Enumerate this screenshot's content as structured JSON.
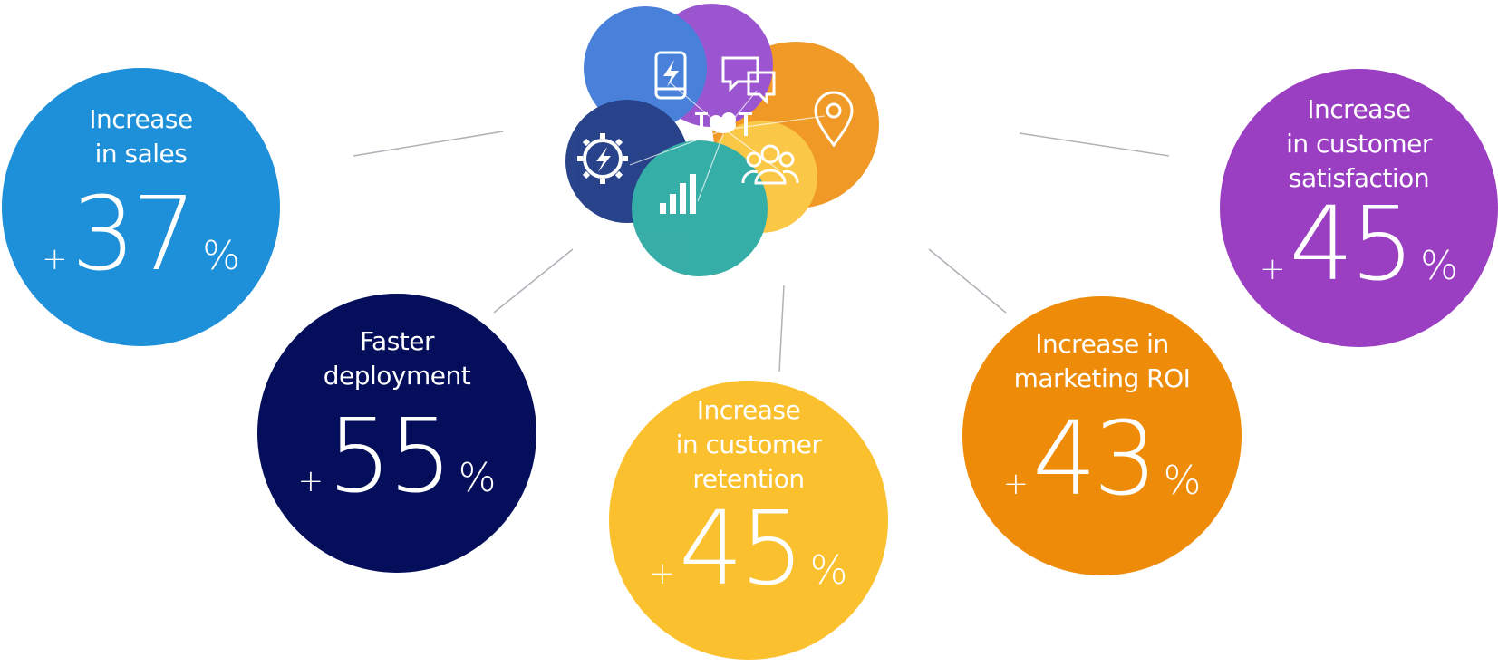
{
  "stats": [
    {
      "id": "sales",
      "lines": [
        "Increase",
        "in sales"
      ],
      "sign": "+",
      "value": "37",
      "unit": "%",
      "color": "#1e90d9"
    },
    {
      "id": "deployment",
      "lines": [
        "Faster",
        "deployment"
      ],
      "sign": "+",
      "value": "55",
      "unit": "%",
      "color": "#040e5a"
    },
    {
      "id": "retention",
      "lines": [
        "Increase",
        "in customer",
        "retention"
      ],
      "sign": "+",
      "value": "45",
      "unit": "%",
      "color": "#fbc02d"
    },
    {
      "id": "marketing",
      "lines": [
        "Increase in",
        "marketing ROI"
      ],
      "sign": "+",
      "value": "43",
      "unit": "%",
      "color": "#ee8c09"
    },
    {
      "id": "satisfaction",
      "lines": [
        "Increase",
        "in customer",
        "satisfaction"
      ],
      "sign": "+",
      "value": "45",
      "unit": "%",
      "color": "#9b3fc2"
    }
  ],
  "hub": {
    "logo": "IoT",
    "icons": [
      "mobile-lightning-icon",
      "chat-bubbles-icon",
      "location-pin-icon",
      "gear-lightning-icon",
      "bar-chart-icon",
      "people-group-icon"
    ],
    "colors": [
      "#2f6fd6",
      "#8e3fc9",
      "#ee8c09",
      "#0b2a7a",
      "#1aa39b",
      "#fbc02d"
    ]
  }
}
